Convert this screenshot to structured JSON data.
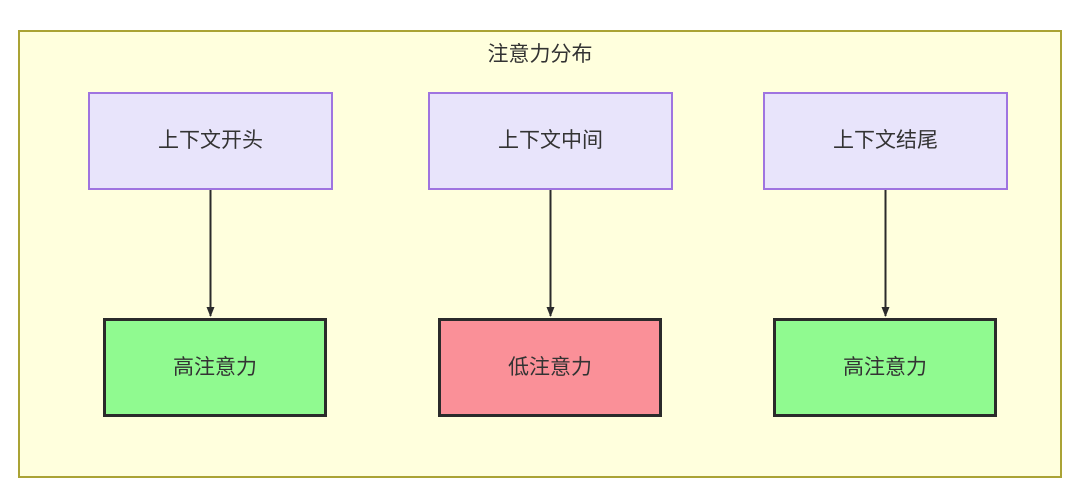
{
  "diagram": {
    "title": "注意力分布",
    "container": {
      "fill": "#ffffdd",
      "stroke": "#aaa335"
    },
    "nodes": {
      "context_start": {
        "label": "上下文开头",
        "fill": "#e8e4fb",
        "stroke": "#9f74e0"
      },
      "context_middle": {
        "label": "上下文中间",
        "fill": "#e8e4fb",
        "stroke": "#9f74e0"
      },
      "context_end": {
        "label": "上下文结尾",
        "fill": "#e8e4fb",
        "stroke": "#9f74e0"
      },
      "attention_start": {
        "label": "高注意力",
        "fill": "#90fa90",
        "stroke": "#2b2b2b"
      },
      "attention_middle": {
        "label": "低注意力",
        "fill": "#fa9098",
        "stroke": "#2b2b2b"
      },
      "attention_end": {
        "label": "高注意力",
        "fill": "#90fa90",
        "stroke": "#2b2b2b"
      }
    },
    "edges": [
      {
        "from": "context_start",
        "to": "attention_start",
        "label": ""
      },
      {
        "from": "context_middle",
        "to": "attention_middle",
        "label": ""
      },
      {
        "from": "context_end",
        "to": "attention_end",
        "label": ""
      }
    ]
  }
}
